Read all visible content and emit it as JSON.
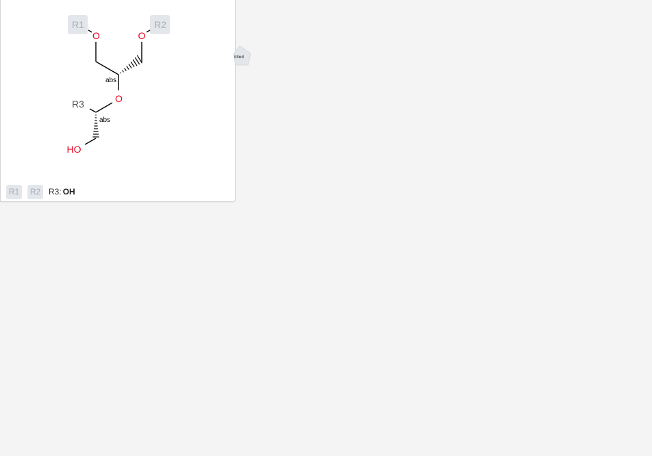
{
  "structure": {
    "atoms": {
      "r1": "R1",
      "r2": "R2",
      "r3": "R3",
      "o1": "O",
      "o2": "O",
      "o3": "O",
      "ho": "HO",
      "abs1": "abs",
      "abs2": "abs"
    }
  },
  "legend": {
    "r1_chip": "R1",
    "r2_chip": "R2",
    "r3_label": "R3:",
    "r3_value": "OH"
  },
  "floating_button": {
    "label": "illind"
  },
  "colors": {
    "oxygen": "#e8001c",
    "bond": "#000000",
    "rgroup_chip_bg": "#e3e6eb",
    "rgroup_chip_text": "#a6adb8",
    "page_bg": "#f4f4f4"
  }
}
